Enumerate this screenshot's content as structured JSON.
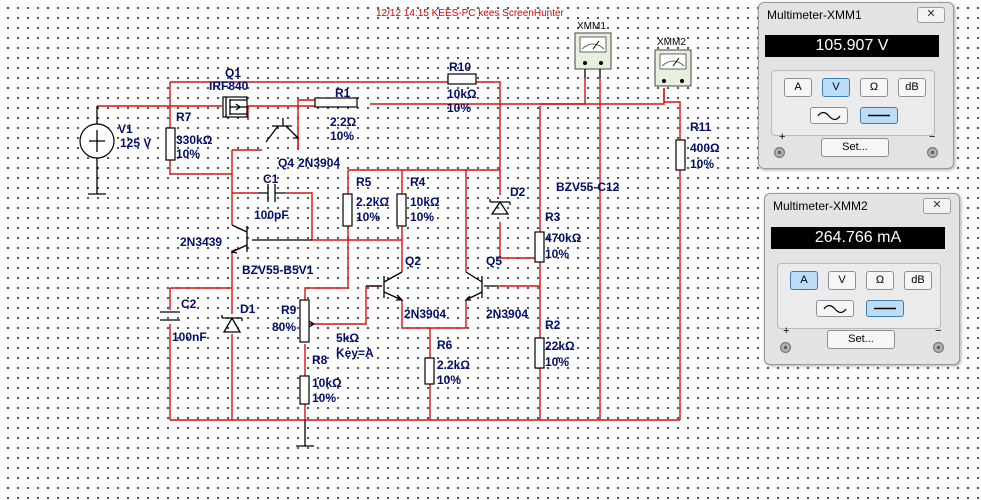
{
  "header_stamp": "12/12 14:15 KEES-PC kees ScreenHunter",
  "components": {
    "V1": {
      "name": "V1",
      "value": "125 V"
    },
    "Q1": {
      "name": "Q1",
      "model": "IRF840"
    },
    "R1": {
      "name": "R1",
      "value": "2.2Ω",
      "tol": "10%"
    },
    "R10": {
      "name": "R10",
      "value": "10kΩ",
      "tol": "10%"
    },
    "R7": {
      "name": "R7",
      "value": "330kΩ",
      "tol": "10%"
    },
    "Q4": {
      "name": "Q4",
      "model": "2N3904"
    },
    "C1": {
      "name": "C1",
      "value": "100pF"
    },
    "R5": {
      "name": "R5",
      "value": "2.2kΩ",
      "tol": "10%"
    },
    "R4": {
      "name": "R4",
      "value": "10kΩ",
      "tol": "10%"
    },
    "D2": {
      "name": "D2",
      "model": "BZV55-C12"
    },
    "Q3": {
      "name": "2N3439"
    },
    "D1": {
      "name": "D1",
      "model": "BZV55-B5V1"
    },
    "C2": {
      "name": "C2",
      "value": "100nF"
    },
    "R9": {
      "name": "R9",
      "pct": "80%",
      "value": "5kΩ",
      "key": "Key=A"
    },
    "R8": {
      "name": "R8",
      "value": "10kΩ",
      "tol": "10%"
    },
    "Q2": {
      "name": "Q2",
      "model": "2N3904"
    },
    "Q5": {
      "name": "Q5",
      "model": "2N3904"
    },
    "R6": {
      "name": "R6",
      "value": "2.2kΩ",
      "tol": "10%"
    },
    "R3": {
      "name": "R3",
      "value": "470kΩ",
      "tol": "10%"
    },
    "R2": {
      "name": "R2",
      "value": "22kΩ",
      "tol": "10%"
    },
    "R11": {
      "name": "R11",
      "value": "400Ω",
      "tol": "10%"
    },
    "XMM1": {
      "name": "XMM1"
    },
    "XMM2": {
      "name": "XMM2"
    }
  },
  "multimeters": [
    {
      "title": "Multimeter-XMM1",
      "close": "✕",
      "reading": "105.907 V",
      "buttons": [
        "A",
        "V",
        "Ω",
        "dB"
      ],
      "active": "V",
      "set_label": "Set...",
      "plus": "+",
      "minus": "−"
    },
    {
      "title": "Multimeter-XMM2",
      "close": "✕",
      "reading": "264.766 mA",
      "buttons": [
        "A",
        "V",
        "Ω",
        "dB"
      ],
      "active": "A",
      "set_label": "Set...",
      "plus": "+",
      "minus": "−"
    }
  ],
  "colors": {
    "wire": "#d81010",
    "label": "#000e6e",
    "stamp": "#e00000",
    "active_button": "#bcdcf7"
  }
}
